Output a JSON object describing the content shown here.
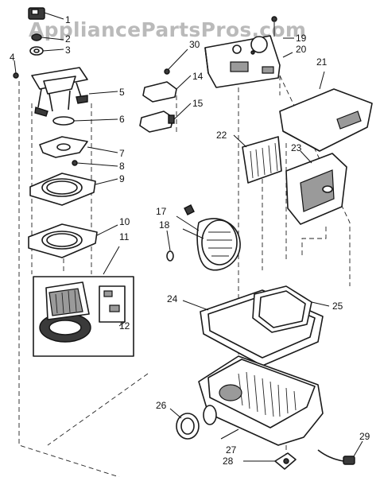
{
  "watermark": "AppliancePartsPros.com",
  "callouts": {
    "c1": "1",
    "c2": "2",
    "c3": "3",
    "c4": "4",
    "c5": "5",
    "c6": "6",
    "c7": "7",
    "c8": "8",
    "c9": "9",
    "c10": "10",
    "c11": "11",
    "c12": "12",
    "c14": "14",
    "c15": "15",
    "c17": "17",
    "c18": "18",
    "c19": "19",
    "c20": "20",
    "c21": "21",
    "c22": "22",
    "c23": "23",
    "c24": "24",
    "c25": "25",
    "c26": "26",
    "c27": "27",
    "c28": "28",
    "c29": "29",
    "c30": "30"
  }
}
